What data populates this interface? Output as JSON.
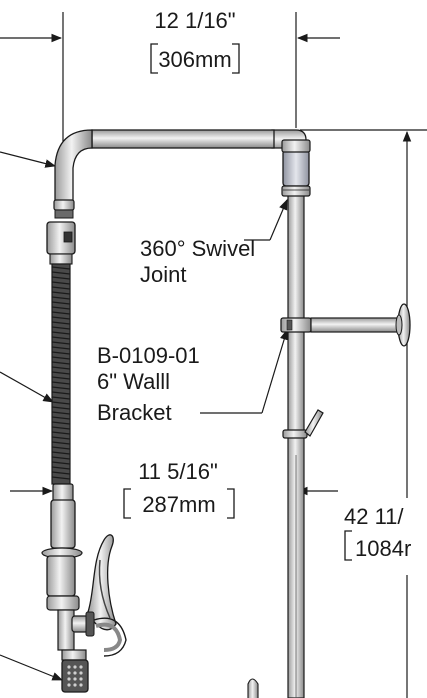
{
  "dimensions": {
    "top_width_in": "12 1/16\"",
    "top_width_mm": "306mm",
    "mid_width_in": "11 5/16\"",
    "mid_width_mm": "287mm",
    "height_in": "42 11/",
    "height_mm": "1084r"
  },
  "callouts": {
    "swivel_line1": "360° Swivel",
    "swivel_line2": "Joint",
    "bracket_line1": "B-0109-01",
    "bracket_line2": "6\" Walll",
    "bracket_line3": "Bracket"
  },
  "colors": {
    "line": "#1a1a1a",
    "metal": "#d9d9d9",
    "metal_dark": "#8c8c8c",
    "hose": "#3a3a3a",
    "glass": "#c8cbd4"
  }
}
